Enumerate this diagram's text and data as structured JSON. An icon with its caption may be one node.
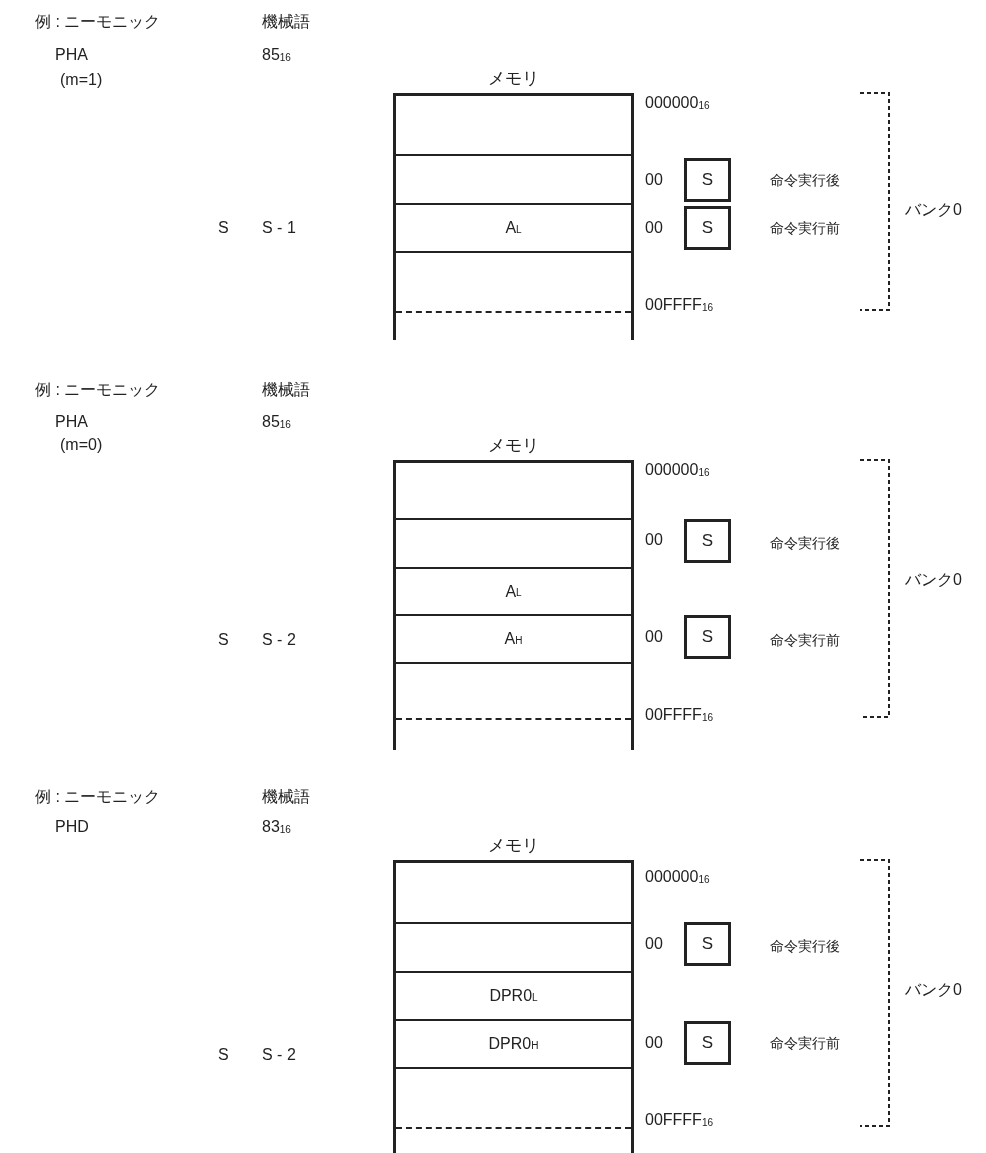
{
  "diagram": {
    "nodes": [
      {
        "text": [
          "メモリ"
        ]
      },
      {
        "text": [],
        "shape": "box",
        "in": 0
      },
      {
        "text": [],
        "shape": "box",
        "in": 0
      },
      {
        "text": [
          "A$_{L}$"
        ],
        "in": 0
      },
      {
        "text": [],
        "shape": "box",
        "in": 0
      },
      {
        "text": [
          "S"
        ]
      },
      {
        "text": [
          "S"
        ]
      },
      {
        "text": [
          "メモリ"
        ]
      },
      {
        "text": [],
        "shape": "box",
        "in": 7
      },
      {
        "text": [],
        "shape": "box",
        "in": 7
      },
      {
        "text": [
          "A$_{L}$"
        ],
        "in": 7
      },
      {
        "text": [
          "A$_{H}$"
        ],
        "in": 7
      },
      {
        "text": [],
        "shape": "box",
        "in": 7
      },
      {
        "text": [
          "S"
        ]
      },
      {
        "text": [
          "S"
        ]
      },
      {
        "text": [
          "メモリ"
        ]
      },
      {
        "text": [],
        "shape": "box",
        "in": 15
      },
      {
        "text": [],
        "shape": "box",
        "in": 15
      },
      {
        "text": [
          "DPR0$_{L}$"
        ],
        "in": 15
      },
      {
        "text": [
          "DPR0$_{H}$"
        ],
        "in": 15
      },
      {
        "text": [],
        "shape": "box",
        "in": 15
      },
      {
        "text": [
          "S"
        ]
      },
      {
        "text": [
          "S"
        ]
      }
    ],
    "labels": [
      "例 : ニーモニック",
      "機械語",
      "PHA",
      "85$_{16}$",
      "(m=1)",
      "000000$_{16}$",
      "00",
      "命令実行後",
      "バンク0",
      "S",
      "S - 1",
      "00",
      "命令実行前",
      "00FFFF$_{16}$",
      "例 : ニーモニック",
      "機械語",
      "PHA",
      "85$_{16}$",
      "(m=0)",
      "000000$_{16}$",
      "00",
      "命令実行後",
      "バンク0",
      "S",
      "S - 2",
      "00",
      "命令実行前",
      "00FFFF$_{16}$",
      "例 : ニーモニック",
      "機械語",
      "PHD",
      "83$_{16}$",
      "000000$_{16}$",
      "00",
      "命令実行後",
      "バンク0",
      "S",
      "S - 2",
      "00",
      "命令実行前",
      "00FFFF$_{16}$"
    ]
  }
}
